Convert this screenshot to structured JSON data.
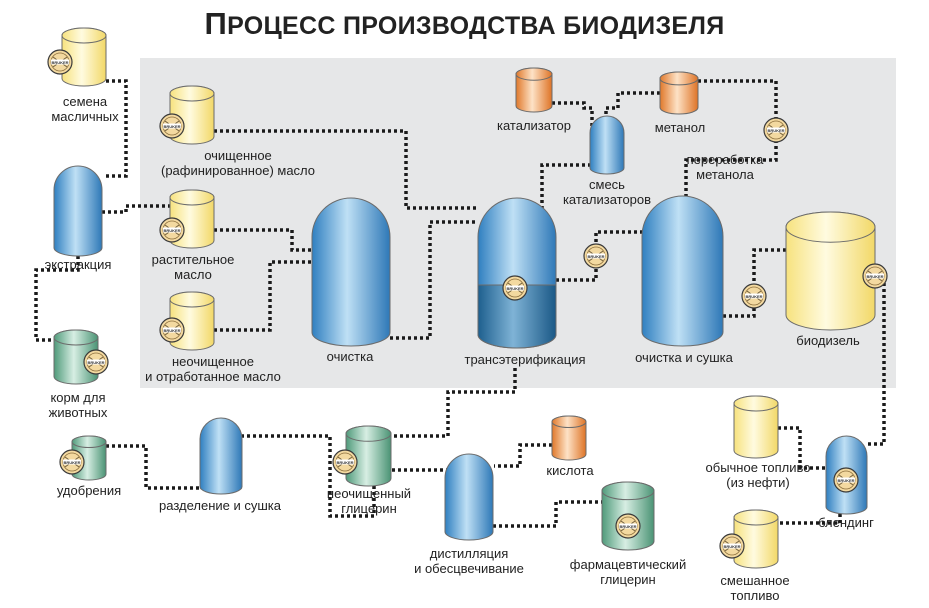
{
  "title": "ПРОЦЕСС ПРОИЗВОДСТВА БИОДИЗЕЛЯ",
  "title_first_letter": "П",
  "title_rest": "РОЦЕСС ПРОИЗВОДСТВА БИОДИЗЕЛЯ",
  "colors": {
    "panel": "#e6e7e8",
    "yellow": "#fff2b8",
    "blue": "#5ea5d7",
    "green": "#8fc1a8",
    "orange": "#f2a45c",
    "connector": "#1a1a1a"
  },
  "badge_icon": "bruker-logo-icon",
  "badge_text": "BRUKER",
  "nodes": {
    "seeds": {
      "line1": "семена",
      "line2": "масличных"
    },
    "refined": {
      "line1": "очищенное",
      "line2": "(рафинированное) масло"
    },
    "vegetable": {
      "line1": "растительное",
      "line2": "масло"
    },
    "crude": {
      "line1": "неочищенное",
      "line2": "и отработанное масло"
    },
    "extraction": {
      "line1": "экстракция"
    },
    "feed": {
      "line1": "корм для",
      "line2": "животных"
    },
    "purification": {
      "line1": "очистка"
    },
    "catalyst": {
      "line1": "катализатор"
    },
    "methanol": {
      "line1": "метанол"
    },
    "catmix": {
      "line1": "смесь",
      "line2": "катализаторов"
    },
    "methanol_recovery": {
      "line1": "переработка",
      "line2": "метанола"
    },
    "transesterification": {
      "line1": "трансэтерификация"
    },
    "cleandry": {
      "line1": "очистка и сушка"
    },
    "biodiesel": {
      "line1": "биодизель"
    },
    "fertilizer": {
      "line1": "удобрения"
    },
    "separation": {
      "line1": "разделение и сушка"
    },
    "crude_glycerin": {
      "line1": "неочищенный",
      "line2": "глицерин"
    },
    "acid": {
      "line1": "кислота"
    },
    "distillation": {
      "line1": "дистилляция",
      "line2": "и обесцвечивание"
    },
    "pharma_glycerin": {
      "line1": "фармацевтический",
      "line2": "глицерин"
    },
    "fossil_fuel": {
      "line1": "обычное топливо",
      "line2": "(из нефти)"
    },
    "blending": {
      "line1": "блендинг"
    },
    "mixed_fuel": {
      "line1": "смешанное",
      "line2": "топливо"
    }
  }
}
